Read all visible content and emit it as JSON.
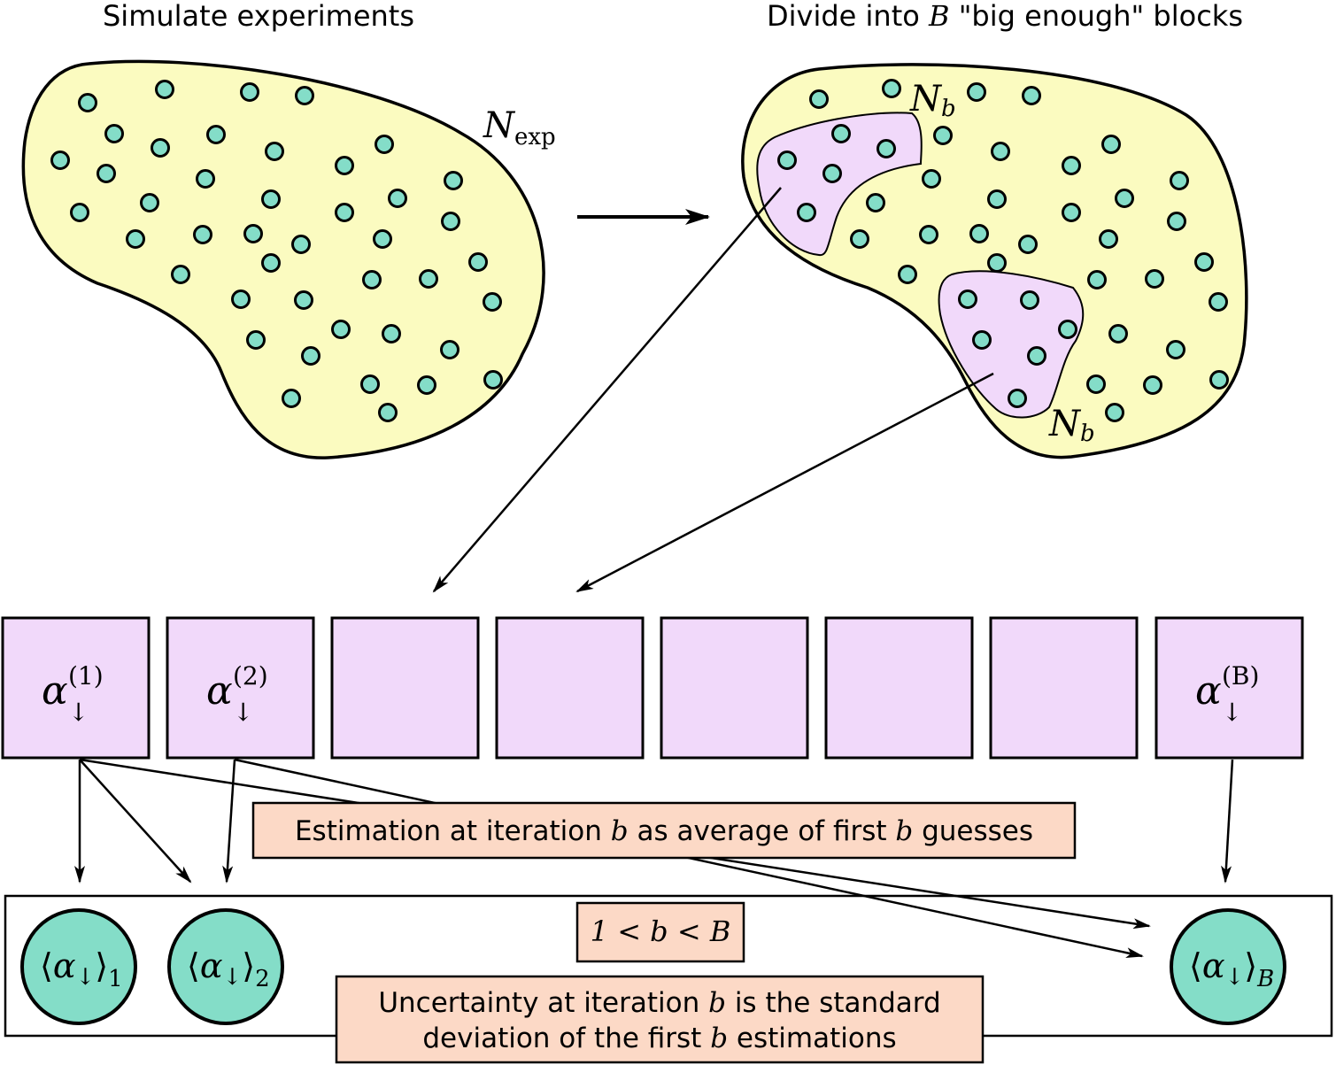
{
  "titles": {
    "left": "Simulate experiments",
    "right_prefix": "Divide into ",
    "right_var": "B",
    "right_suffix": " \"big enough\" blocks"
  },
  "labels": {
    "n_exp_main": "N",
    "n_exp_sub": "exp",
    "n_b_main": "N",
    "n_b_sub": "b"
  },
  "blocks": [
    {
      "base": "α",
      "sub": "↓",
      "sup": "(1)"
    },
    {
      "base": "α",
      "sub": "↓",
      "sup": "(2)"
    },
    {
      "base": "",
      "sub": "",
      "sup": ""
    },
    {
      "base": "",
      "sub": "",
      "sup": ""
    },
    {
      "base": "",
      "sub": "",
      "sup": ""
    },
    {
      "base": "",
      "sub": "",
      "sup": ""
    },
    {
      "base": "",
      "sub": "",
      "sup": ""
    },
    {
      "base": "α",
      "sub": "↓",
      "sup": "(B)"
    }
  ],
  "estimates": [
    {
      "open": "⟨",
      "base": "α",
      "arrow": "↓",
      "close": "⟩",
      "index": "1"
    },
    {
      "open": "⟨",
      "base": "α",
      "arrow": "↓",
      "close": "⟩",
      "index": "2"
    },
    {
      "open": "⟨",
      "base": "α",
      "arrow": "↓",
      "close": "⟩",
      "index": "B"
    }
  ],
  "notes": {
    "estimation_a": "Estimation at iteration ",
    "estimation_b": "b",
    "estimation_c": " as average of first ",
    "estimation_d": "b",
    "estimation_e": " guesses",
    "range": "1 < b < B",
    "uncert1_a": "Uncertainty at iteration ",
    "uncert1_b": "b",
    "uncert1_c": " is the standard",
    "uncert2_a": "deviation of the first ",
    "uncert2_b": "b",
    "uncert2_c": " estimations"
  },
  "colors": {
    "blob": "#fbfbc0",
    "dot": "#84ddc8",
    "block": "#f1d9fa",
    "note": "#fcd9c6"
  }
}
